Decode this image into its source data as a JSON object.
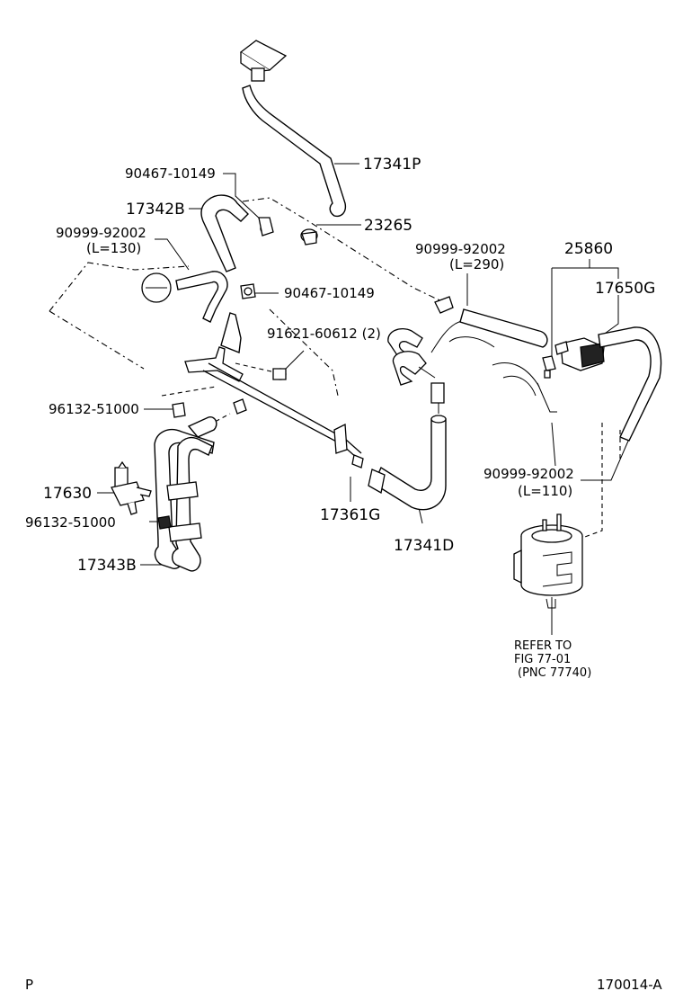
{
  "labels": {
    "p17341p": "17341P",
    "p90467a": "90467-10149",
    "p17342b": "17342B",
    "p23265": "23265",
    "p90999a": "90999-92002",
    "p90999a_len": "(L=130)",
    "p90999b": "90999-92002",
    "p90999b_len": "(L=290)",
    "p25860": "25860",
    "p17650g": "17650G",
    "p90467b": "90467-10149",
    "p91621": "91621-60612 (2)",
    "p96132a": "96132-51000",
    "p17630": "17630",
    "p96132b": "96132-51000",
    "p17343b": "17343B",
    "p17361g": "17361G",
    "p17341d": "17341D",
    "p90999c": "90999-92002",
    "p90999c_len": "(L=110)",
    "refer_line1": "REFER TO",
    "refer_line2": "FIG 77-01",
    "refer_line3": "(PNC 77740)",
    "footer_left": "P",
    "footer_right": "170014-A"
  }
}
